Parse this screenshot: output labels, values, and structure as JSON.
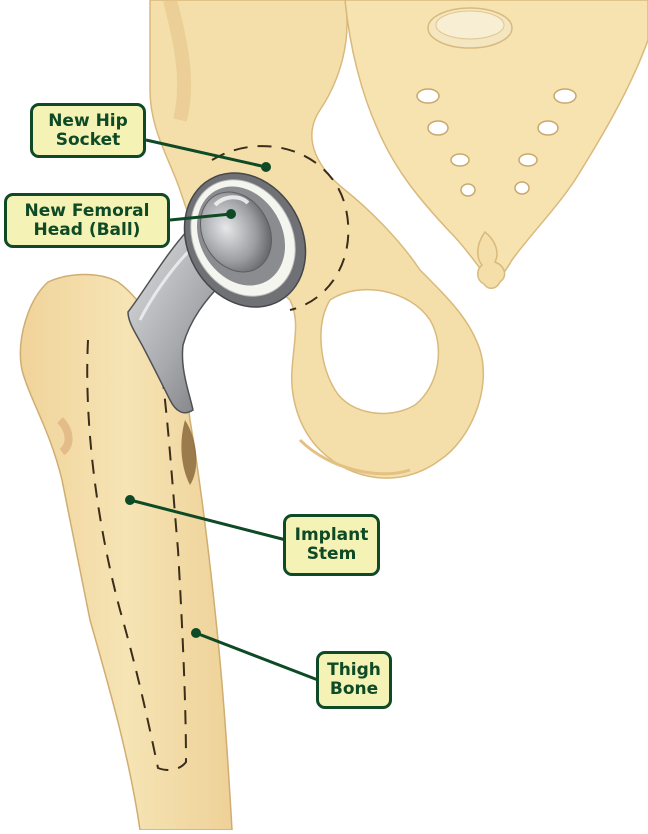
{
  "labels": {
    "hip_socket": {
      "line1": "New Hip",
      "line2": "Socket"
    },
    "femoral_head": {
      "line1": "New Femoral",
      "line2": "Head (Ball)"
    },
    "implant_stem": {
      "line1": "Implant",
      "line2": "Stem"
    },
    "thigh_bone": {
      "line1": "Thigh",
      "line2": "Bone"
    }
  },
  "colors": {
    "label_fill": "#f4f2b4",
    "label_border": "#0e4a26",
    "label_text": "#0e4a26",
    "bone": "#f4dfaa",
    "bone_shadow": "#e8c58c",
    "bone_highlight": "#fbf1d6",
    "implant_light": "#c9cacd",
    "implant_dark": "#6d6f73",
    "liner": "#f5f5f0"
  }
}
